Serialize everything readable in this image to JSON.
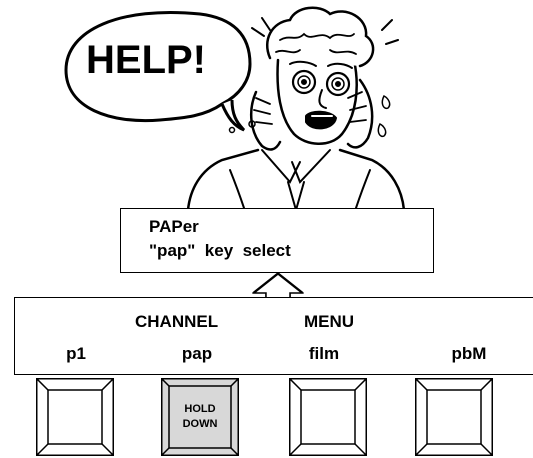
{
  "speech_bubble": {
    "text": "HELP!"
  },
  "figure": {
    "icon": "panicked-person-illustration"
  },
  "display": {
    "line1": "PAPer",
    "line2": "\"pap\"  key  select"
  },
  "menu": {
    "title_left": "CHANNEL",
    "title_right": "MENU",
    "softkeys": [
      {
        "label": "p1",
        "note": ""
      },
      {
        "label": "pap",
        "note_line1": "HOLD",
        "note_line2": "DOWN"
      },
      {
        "label": "film",
        "note": ""
      },
      {
        "label": "pbM",
        "note": ""
      }
    ]
  },
  "colors": {
    "pressed_button_fill": "#d8d8d8",
    "line": "#000000"
  }
}
